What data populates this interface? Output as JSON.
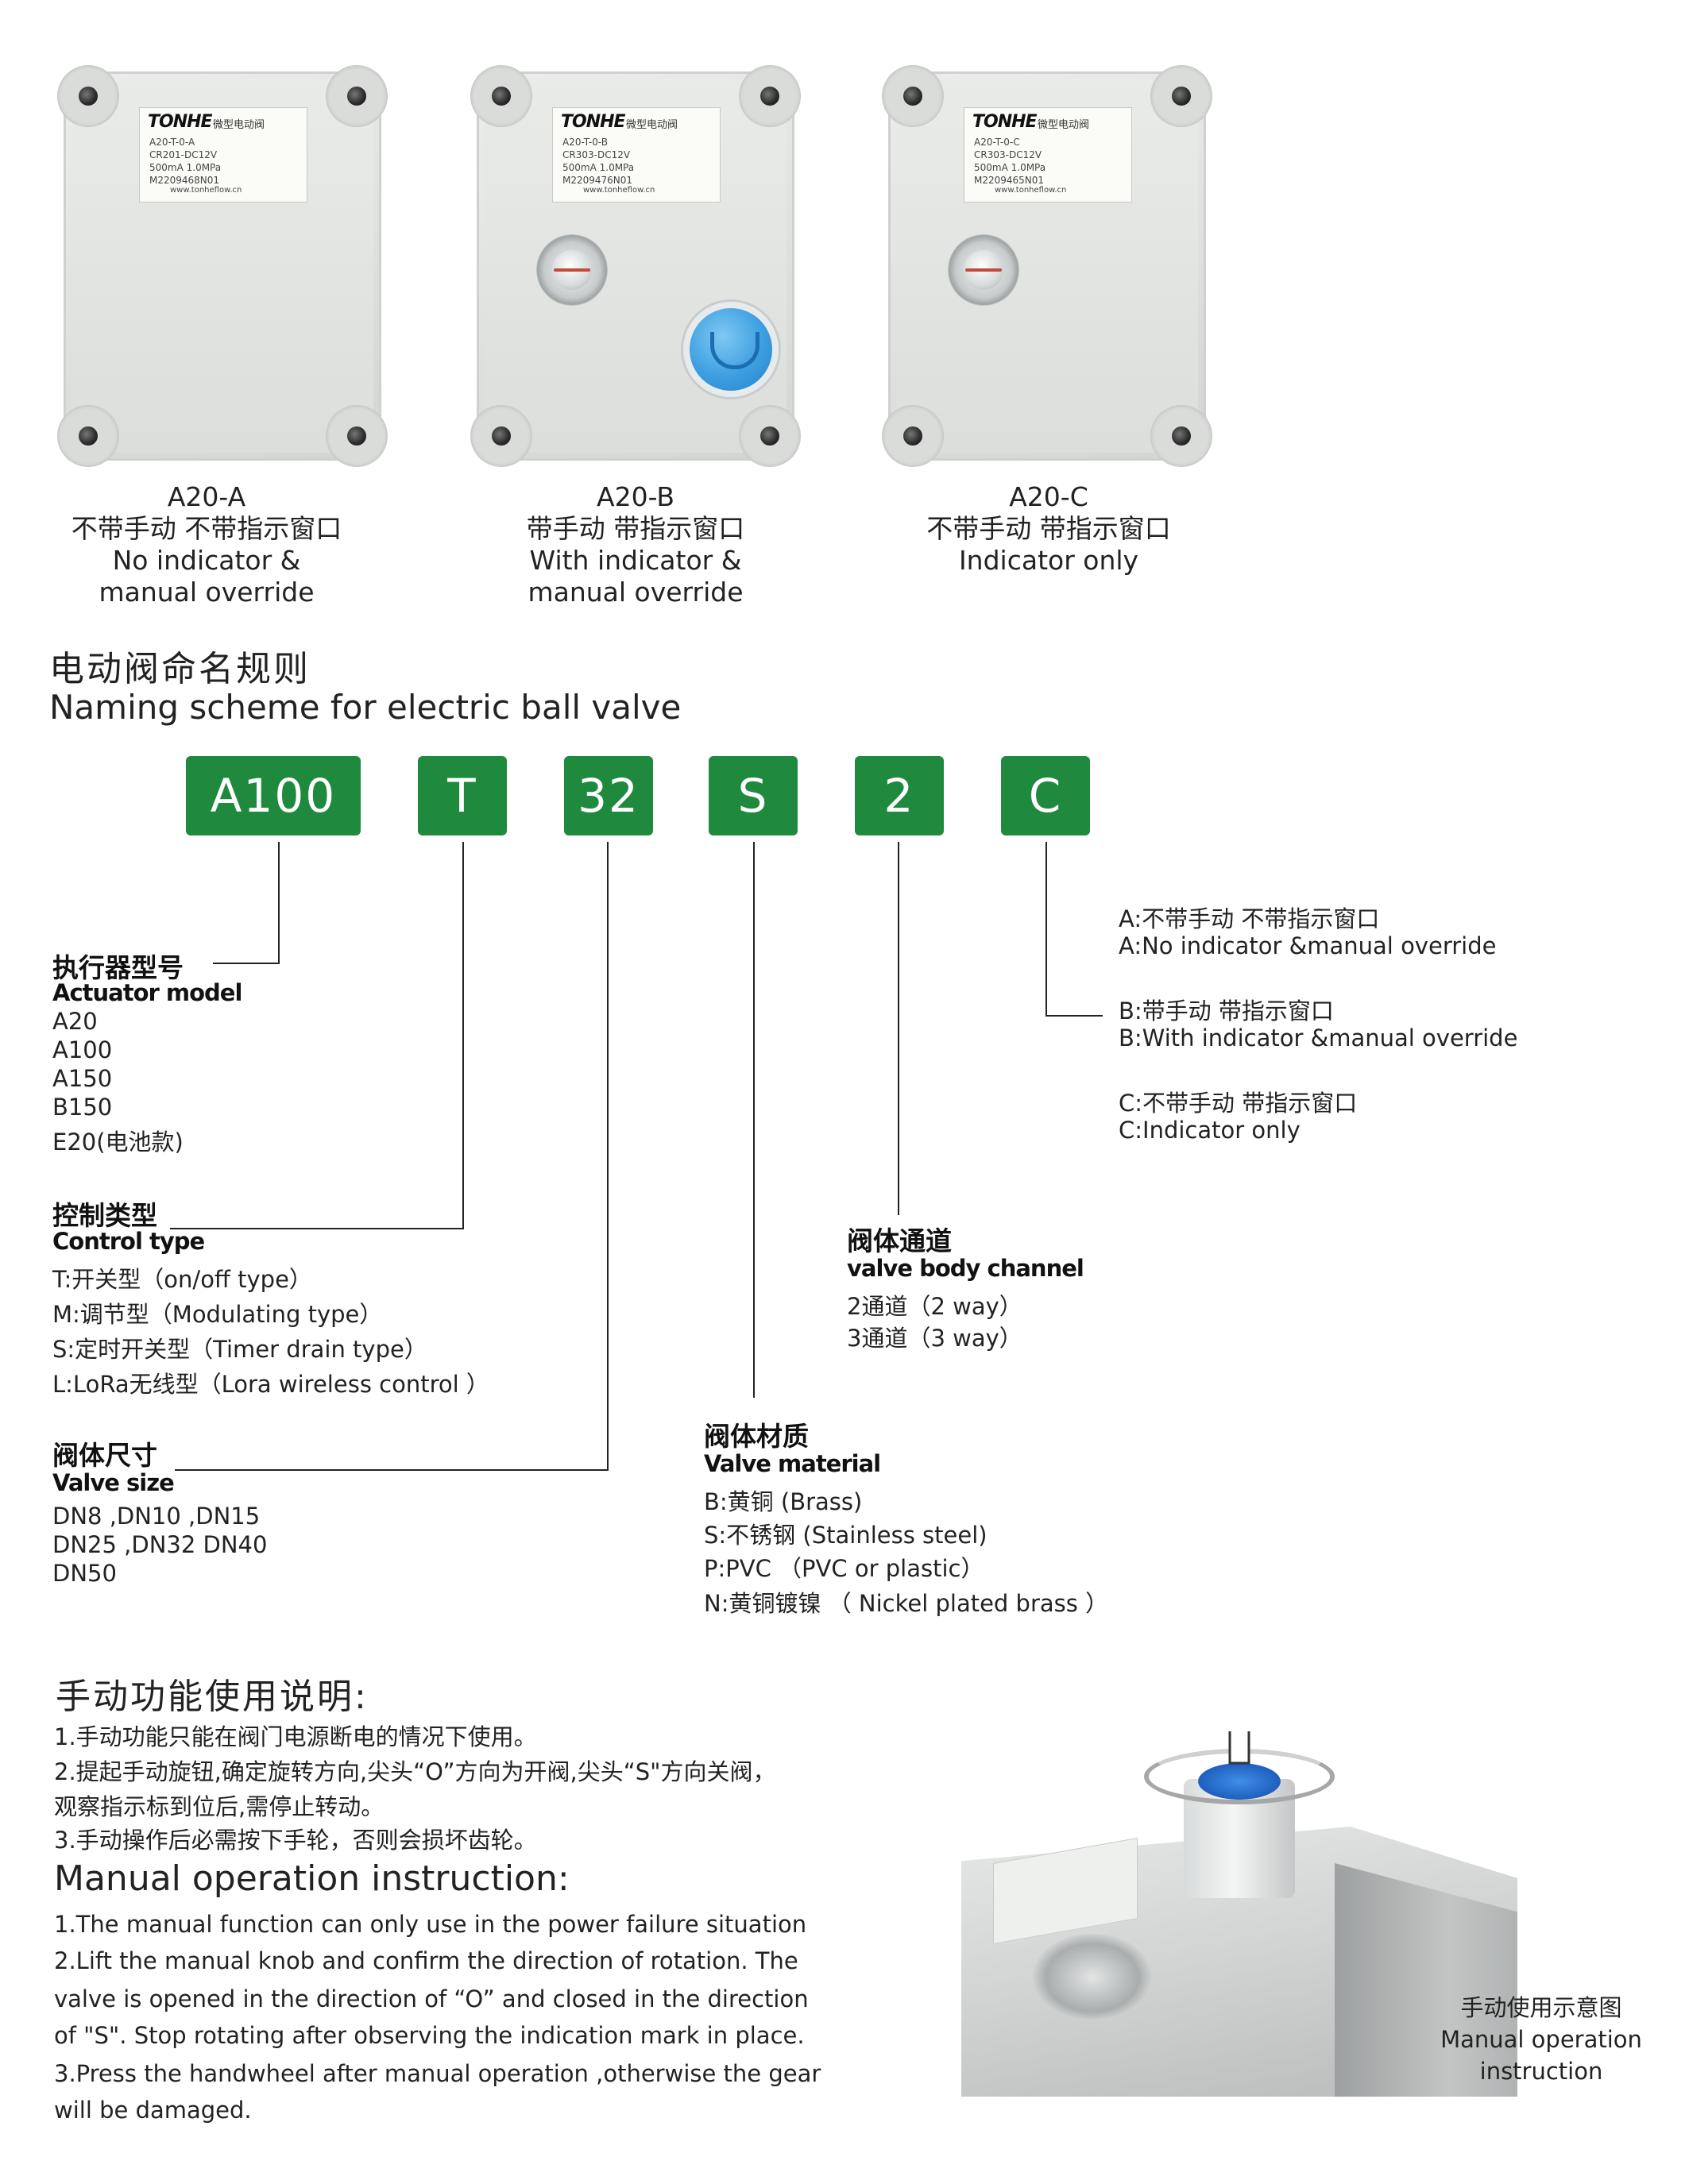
{
  "products": [
    {
      "caption_model": "A20-A",
      "caption_cn": "不带手动 不带指示窗口",
      "caption_en_1": "No indicator &",
      "caption_en_2": "manual override",
      "label": {
        "brand": "TONHE",
        "brand_cn": "微型电动阀",
        "line1": "A20-T-0-A",
        "line2": "CR201-DC12V",
        "line3": "500mA 1.0MPa",
        "line4": "M2209468N01",
        "url": "www.tonheflow.cn"
      }
    },
    {
      "caption_model": "A20-B",
      "caption_cn": "带手动 带指示窗口",
      "caption_en_1": "With indicator &",
      "caption_en_2": "manual override",
      "label": {
        "brand": "TONHE",
        "brand_cn": "微型电动阀",
        "line1": "A20-T-0-B",
        "line2": "CR303-DC12V",
        "line3": "500mA 1.0MPa",
        "line4": "M2209476N01",
        "url": "www.tonheflow.cn"
      }
    },
    {
      "caption_model": "A20-C",
      "caption_cn": "不带手动 带指示窗口",
      "caption_en_1": "Indicator only",
      "caption_en_2": "",
      "label": {
        "brand": "TONHE",
        "brand_cn": "微型电动阀",
        "line1": "A20-T-0-C",
        "line2": "CR303-DC12V",
        "line3": "500mA 1.0MPa",
        "line4": "M2209465N01",
        "url": "www.tonheflow.cn"
      }
    }
  ],
  "naming": {
    "title_cn": "电动阀命名规则",
    "title_en": "Naming scheme for electric ball valve",
    "codes": [
      "A100",
      "T",
      "32",
      "S",
      "2",
      "C"
    ]
  },
  "actuator": {
    "title_cn": "执行器型号",
    "title_en": "Actuator model",
    "items": [
      "A20",
      "A100",
      "A150",
      "B150",
      "E20(电池款)"
    ]
  },
  "control": {
    "title_cn": "控制类型",
    "title_en": "Control type",
    "items": [
      "T:开关型（on/off type）",
      "M:调节型（Modulating type）",
      "S:定时开关型（Timer drain type）",
      "L:LoRa无线型（Lora wireless control ）"
    ]
  },
  "size": {
    "title_cn": "阀体尺寸",
    "title_en": "Valve size",
    "items": [
      "DN8 ,DN10 ,DN15",
      "DN25 ,DN32 DN40",
      "DN50"
    ]
  },
  "material": {
    "title_cn": "阀体材质",
    "title_en": "Valve material",
    "items": [
      "B:黄铜 (Brass)",
      "S:不锈钢 (Stainless steel)",
      "P:PVC （PVC or plastic）",
      "N:黄铜镀镍 （ Nickel plated brass ）"
    ]
  },
  "channel": {
    "title_cn": "阀体通道",
    "title_en": "valve body channel",
    "items": [
      "2通道（2 way）",
      "3通道（3 way）"
    ]
  },
  "options": {
    "a_cn": "A:不带手动 不带指示窗口",
    "a_en": "A:No indicator &manual override",
    "b_cn": "B:带手动 带指示窗口",
    "b_en": "B:With indicator &manual override",
    "c_cn": "C:不带手动 带指示窗口",
    "c_en": "C:Indicator only"
  },
  "manual": {
    "title_cn": "手动功能使用说明:",
    "cn_lines": [
      "1.手动功能只能在阀门电源断电的情况下使用。",
      "2.提起手动旋钮,确定旋转方向,尖头“O”方向为开阀,尖头“S\"方向关阀，",
      "观察指示标到位后,需停止转动。",
      "3.手动操作后必需按下手轮，否则会损坏齿轮。"
    ],
    "title_en": "Manual operation instruction:",
    "en_lines": [
      "1.The manual function can only use in the power failure situation",
      "2.Lift the manual knob and confirm the direction of rotation. The",
      "valve is opened in the direction of “O” and closed in the direction",
      "of \"S\". Stop rotating after observing the indication mark in place.",
      "3.Press the handwheel after manual operation ,otherwise the gear",
      " will be damaged."
    ],
    "photo_caption_cn": "手动使用示意图",
    "photo_caption_en_1": "Manual operation",
    "photo_caption_en_2": "instruction"
  },
  "colors": {
    "code_box": "#1f8a3e",
    "knob": "#3d9fe0"
  }
}
